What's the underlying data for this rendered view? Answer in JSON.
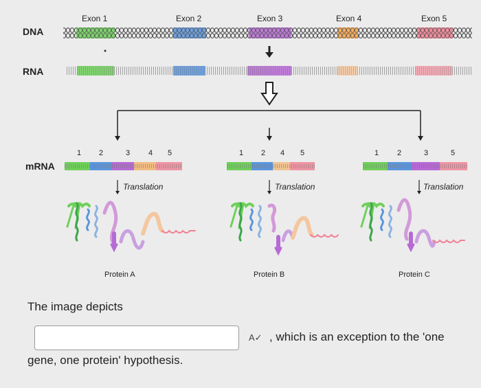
{
  "diagram": {
    "exon_labels": [
      "Exon 1",
      "Exon 2",
      "Exon 3",
      "Exon 4",
      "Exon 5"
    ],
    "row_labels": {
      "dna": "DNA",
      "rna": "RNA",
      "mrna": "mRNA"
    },
    "colors": {
      "exon1": "#6fcf5a",
      "exon2": "#5b95dd",
      "exon3": "#b66ad4",
      "exon4": "#f4a44c",
      "exon5": "#f07f92",
      "intron": "#c9c9c9",
      "arrow": "#222222"
    },
    "variants": [
      {
        "exon_numbers": [
          "1",
          "2",
          "3",
          "4",
          "5"
        ],
        "translation_label": "Translation",
        "protein_label": "Protein A"
      },
      {
        "exon_numbers": [
          "1",
          "2",
          "4",
          "5"
        ],
        "translation_label": "Translation",
        "protein_label": "Protein B"
      },
      {
        "exon_numbers": [
          "1",
          "2",
          "3",
          "5"
        ],
        "translation_label": "Translation",
        "protein_label": "Protein C"
      }
    ]
  },
  "question": {
    "prefix": "The image depicts",
    "answer_value": "",
    "suffix_line1": ", which is an exception to the 'one",
    "suffix_line2": "gene, one protein' hypothesis.",
    "spell_icon": "spellcheck-icon"
  }
}
